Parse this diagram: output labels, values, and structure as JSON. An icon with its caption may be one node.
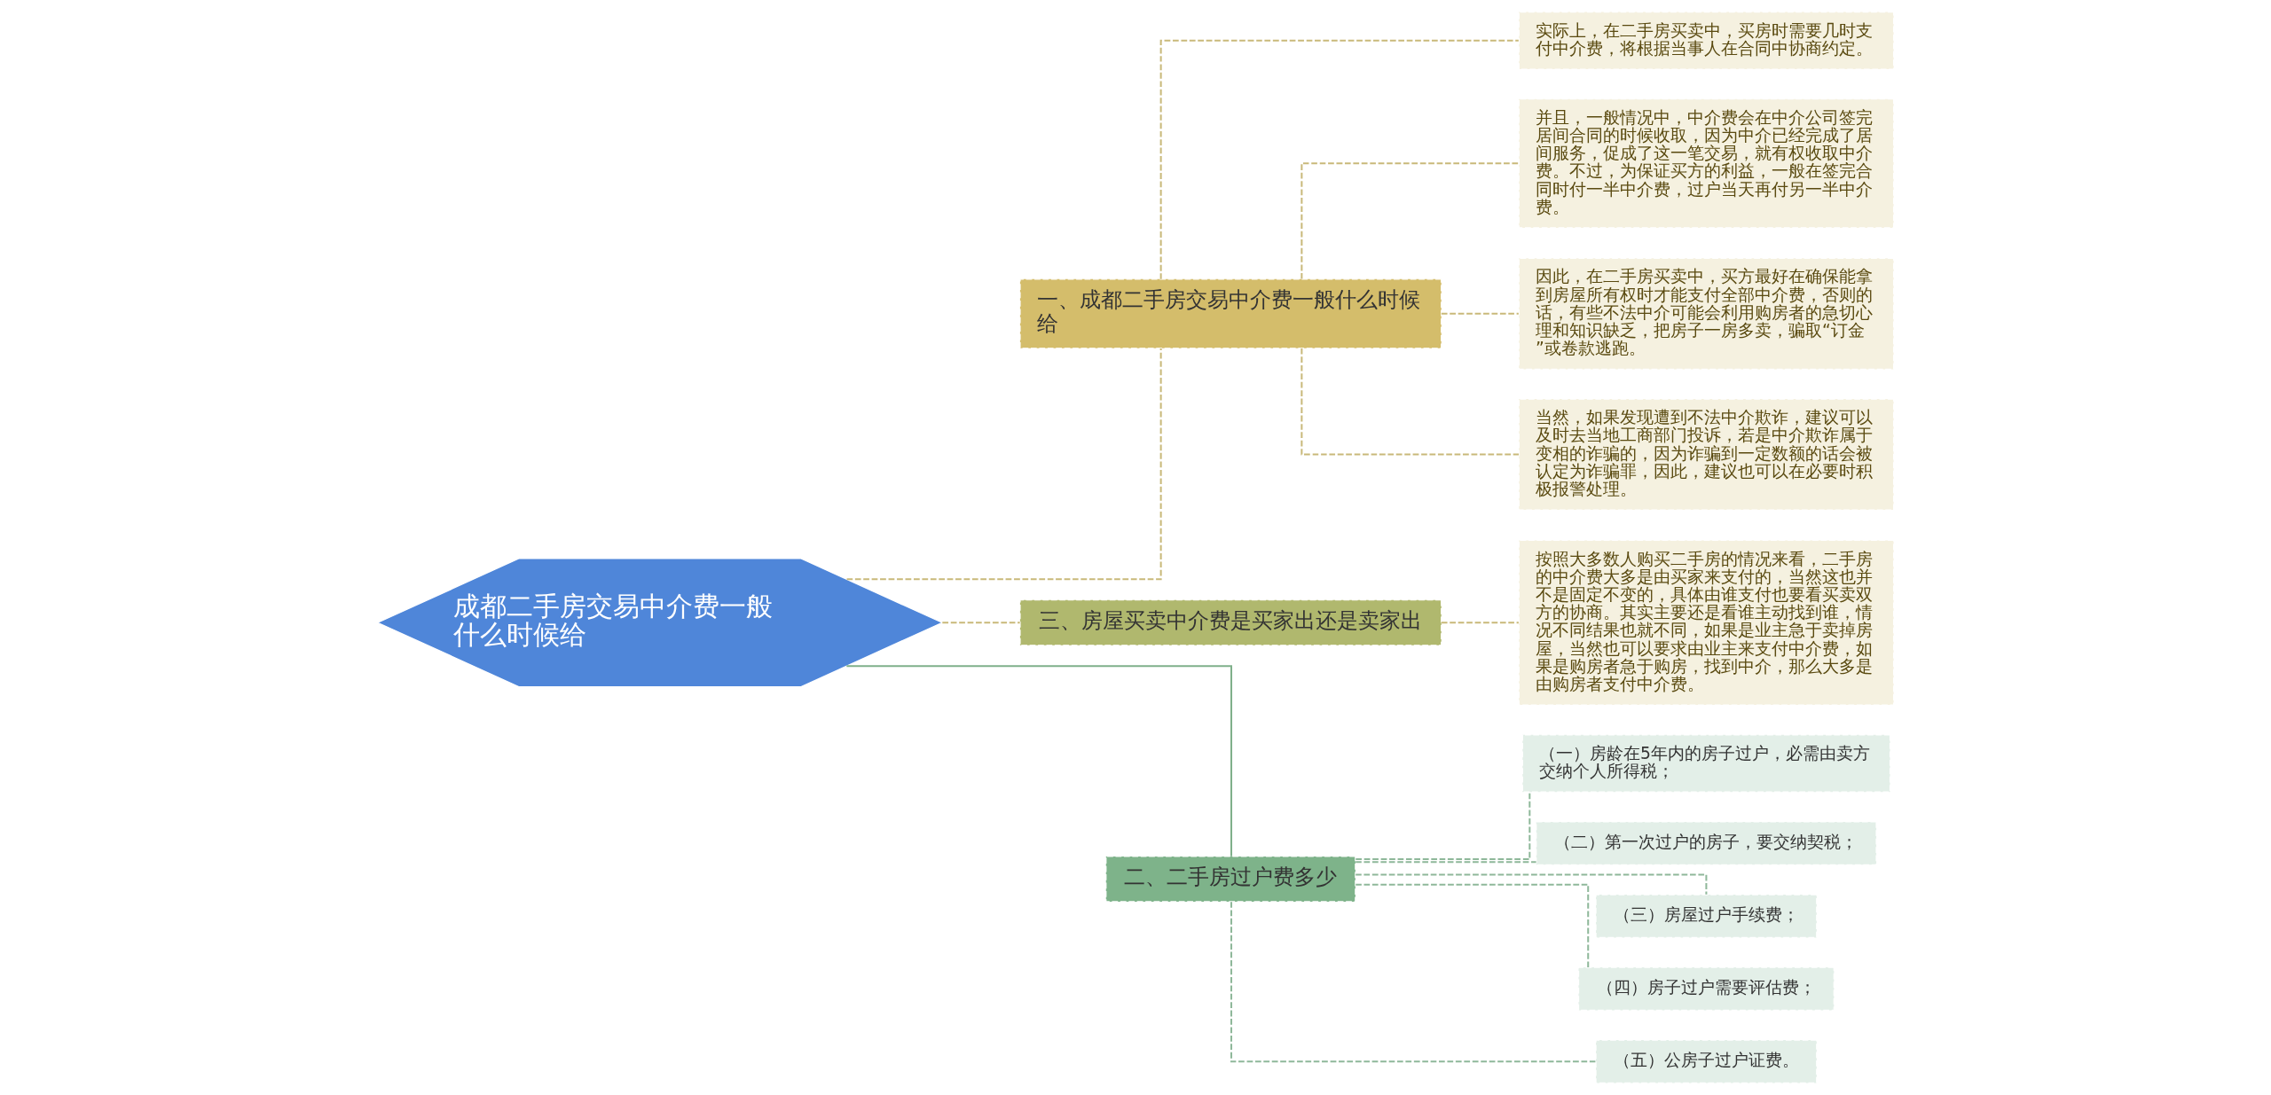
{
  "diagram": {
    "nodes": [
      {
        "text": [
          "成都二手房交易中介费一般什么时候给"
        ]
      },
      {
        "text": [
          "一、成都二手房交易中介费一般什么时候给"
        ]
      },
      {
        "text": [
          "实际上，在二手房买卖中，买房时需要几时支付中介费，将根据当事人在合同中协商约定。"
        ]
      },
      {
        "text": [
          "并且，一般情况中，中介费会在中介公司签完居间合同的时候收取，因为中介已经完成了居间服务，促成了这一笔交易，就有权收取中介费。不过，为保证买方的利益，一般在签完合同时付一半中介费，过户当天再付另一半中介费。"
        ]
      },
      {
        "text": [
          "因此，在二手房买卖中，买方最好在确保能拿到房屋所有权时才能支付全部中介费，否则的话，有些不法中介可能会利用购房者的急切心理和知识缺乏，把房子一房多卖，骗取“订金”或卷款逃跑。"
        ]
      },
      {
        "text": [
          "当然，如果发现遭到不法中介欺诈，建议可以及时去当地工商部门投诉，若是中介欺诈属于变相的诈骗的，因为诈骗到一定数额的话会被认定为诈骗罪，因此，建议也可以在必要时积极报警处理。"
        ]
      },
      {
        "text": [
          "三、房屋买卖中介费是买家出还是卖家出"
        ]
      },
      {
        "text": [
          "按照大多数人购买二手房的情况来看，二手房的中介费大多是由买家来支付的，当然这也并不是固定不变的，具体由谁支付也要看买卖双方的协商。其实主要还是看谁主动找到谁，情况不同结果也就不同，如果是业主急于卖掉房屋，当然也可以要求由业主来支付中介费，如果是购房者急于购房，找到中介，那么大多是由购房者支付中介费。"
        ]
      },
      {
        "text": [
          "二、二手房过户费多少"
        ]
      },
      {
        "text": [
          "（一）房龄在5年内的房子过户，必需由卖方交纳个人所得税；"
        ]
      },
      {
        "text": [
          "（二）第一次过户的房子，要交纳契税；"
        ]
      },
      {
        "text": [
          "（三）房屋过户手续费；"
        ]
      },
      {
        "text": [
          "（四）房子过户需要评估费；"
        ]
      },
      {
        "text": [
          "（五）公房子过户证费。"
        ]
      }
    ],
    "edges": [
      {
        "from": 0,
        "to": 1,
        "arrow": "none",
        "style": "dashed"
      },
      {
        "from": 1,
        "to": 2,
        "arrow": "none",
        "style": "dashed"
      },
      {
        "from": 1,
        "to": 3,
        "arrow": "none",
        "style": "dashed"
      },
      {
        "from": 1,
        "to": 4,
        "arrow": "none",
        "style": "dashed"
      },
      {
        "from": 1,
        "to": 5,
        "arrow": "none",
        "style": "dashed"
      },
      {
        "from": 0,
        "to": 6,
        "arrow": "none",
        "style": "dashed"
      },
      {
        "from": 6,
        "to": 7,
        "arrow": "none",
        "style": "dashed"
      },
      {
        "from": 0,
        "to": 8,
        "arrow": "none",
        "color": "#7fb08a"
      },
      {
        "from": 8,
        "to": 9,
        "arrow": "none",
        "style": "dashed",
        "color": "#8fb89a"
      },
      {
        "from": 8,
        "to": 10,
        "arrow": "none",
        "style": "dashed",
        "color": "#8fb89a"
      },
      {
        "from": 8,
        "to": 11,
        "arrow": "none",
        "style": "dashed",
        "color": "#8fb89a"
      },
      {
        "from": 8,
        "to": 12,
        "arrow": "none",
        "style": "dashed",
        "color": "#8fb89a"
      },
      {
        "from": 8,
        "to": 13,
        "arrow": "none",
        "style": "dashed",
        "color": "#8fb89a"
      }
    ]
  }
}
